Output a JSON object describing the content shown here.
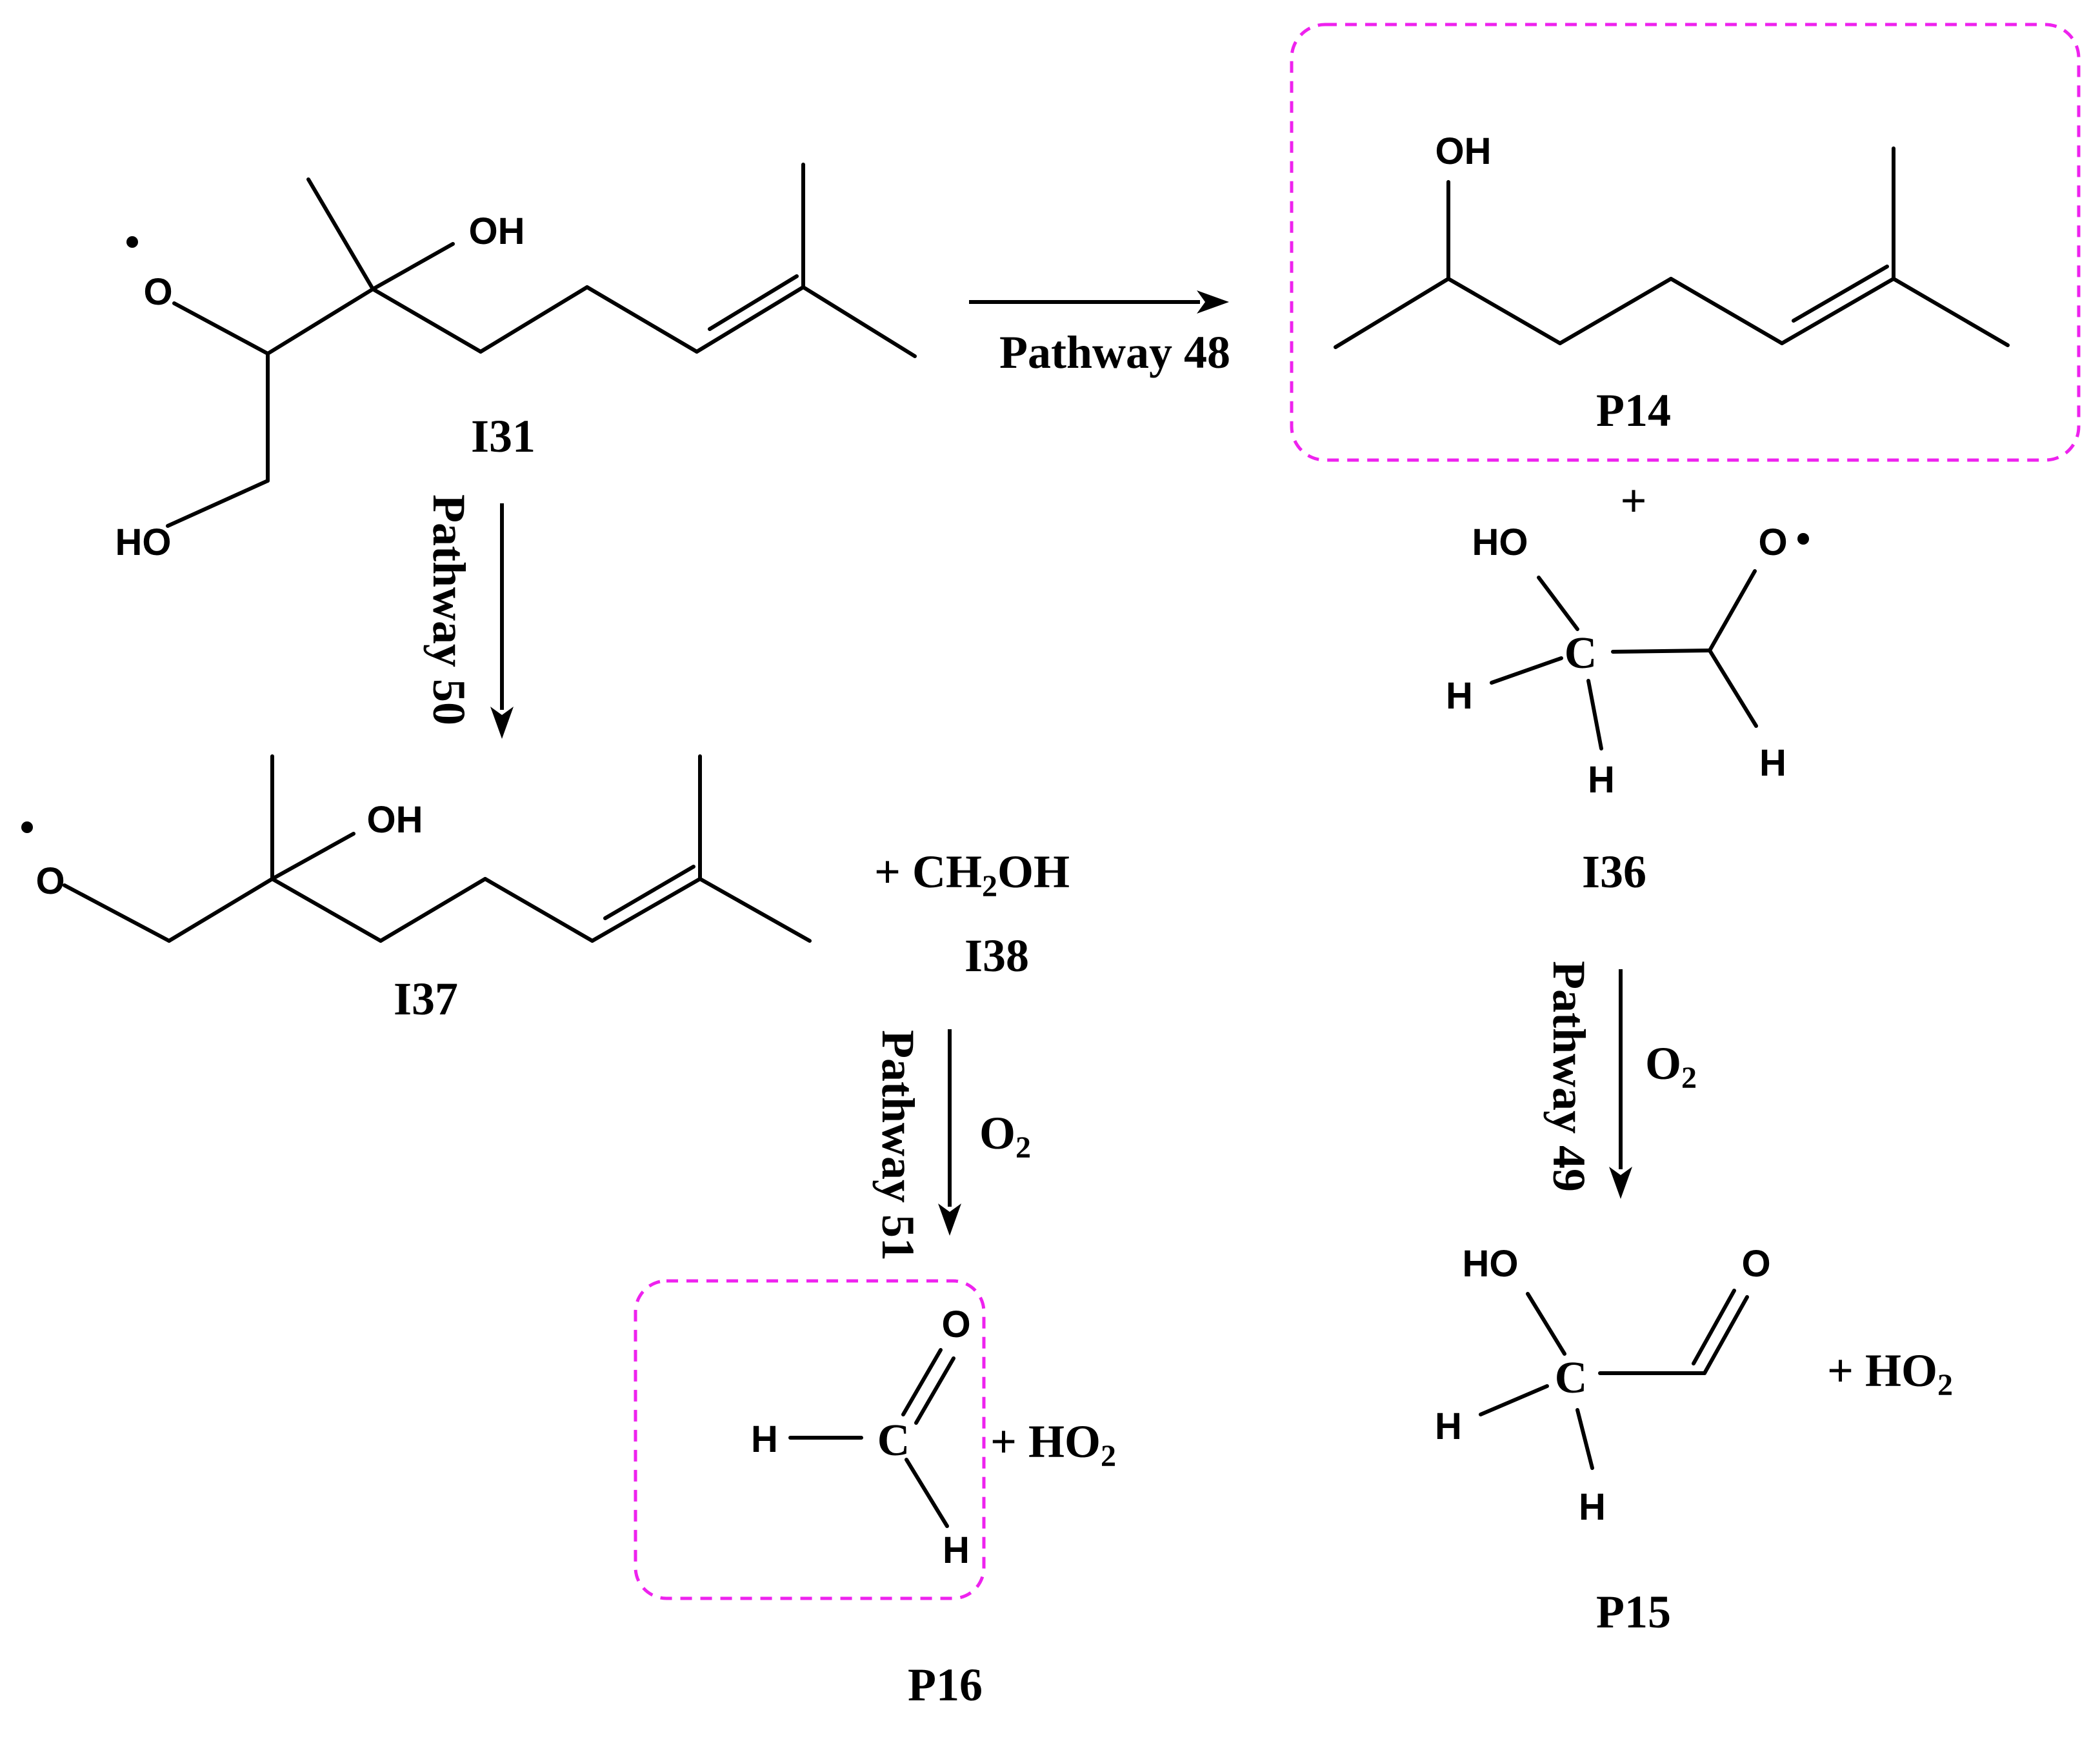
{
  "colors": {
    "box_border": "#ee22ee",
    "ink": "#000000"
  },
  "pathways": {
    "p48": "Pathway 48",
    "p50": "Pathway 50",
    "p51": "Pathway 51",
    "p49": "Pathway 49"
  },
  "compounds": {
    "i31": "I31",
    "i37": "I37",
    "i38": "I38",
    "i36": "I36",
    "p14": "P14",
    "p15": "P15",
    "p16": "P16"
  },
  "reagents": {
    "o2_main": "O",
    "o2_sub": "2"
  },
  "byproducts": {
    "ch2oh_pre": "+ CH",
    "ch2oh_sub": "2",
    "ch2oh_post": "OH",
    "ho2_pre": "+ HO",
    "ho2_sub": "2",
    "plus": "+"
  },
  "atoms": {
    "oh": "OH",
    "ho": "HO",
    "o": "O",
    "h": "H",
    "c": "C"
  }
}
